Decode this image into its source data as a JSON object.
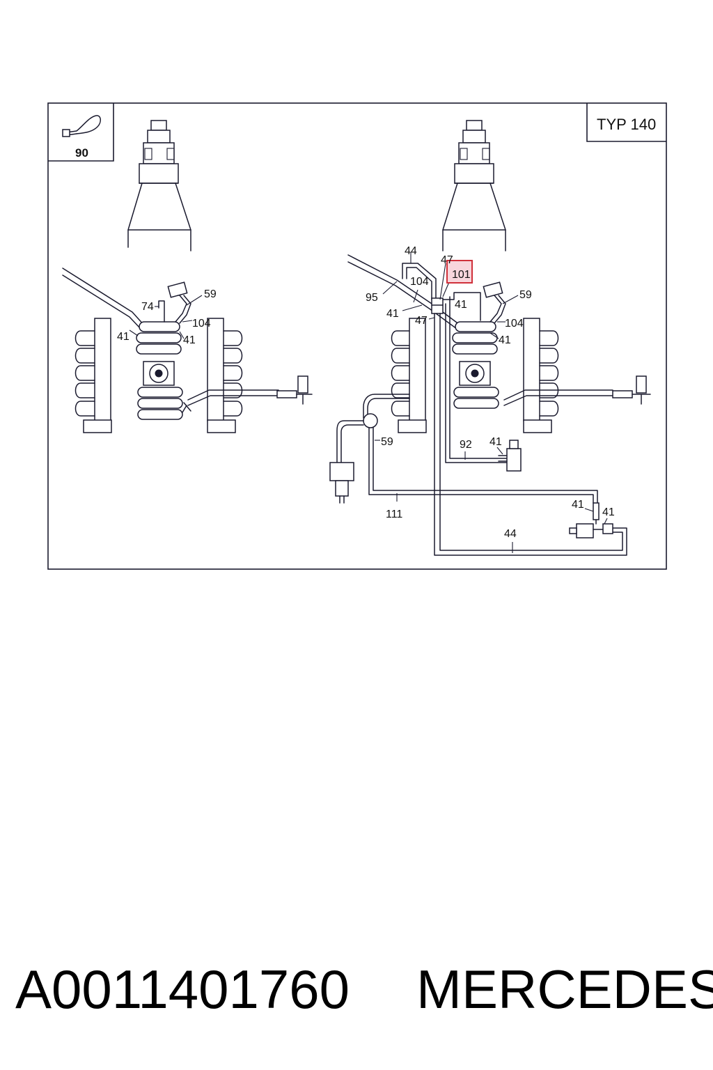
{
  "diagram": {
    "type_label": "TYP 140",
    "clip_box_number": "90",
    "highlight_color": "#d0303a",
    "highlight_fill": "#f8d6dc",
    "left_view_labels": [
      "74",
      "59",
      "104",
      "41",
      "41"
    ],
    "right_view_labels": [
      "44",
      "47",
      "101",
      "104",
      "95",
      "41",
      "47",
      "41",
      "59",
      "104",
      "41",
      "59",
      "92",
      "41",
      "111",
      "41",
      "41",
      "44"
    ],
    "highlighted_label": "101"
  },
  "caption": {
    "part_number": "A0011401760",
    "brand": "MERCEDES"
  }
}
